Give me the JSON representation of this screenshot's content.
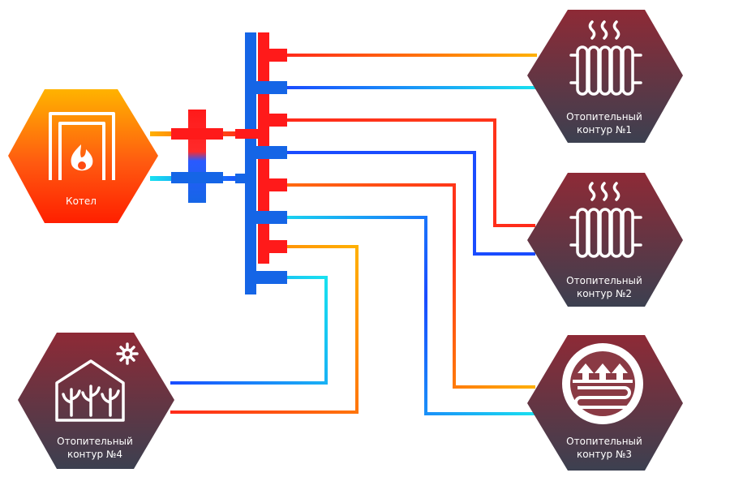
{
  "nodes": {
    "boiler": {
      "label": "Котел",
      "icon": "furnace-flame-icon"
    },
    "circuit1": {
      "line1": "Отопительный",
      "line2": "контур №1",
      "icon": "radiator-icon"
    },
    "circuit2": {
      "line1": "Отопительный",
      "line2": "контур №2",
      "icon": "radiator-icon"
    },
    "circuit3": {
      "line1": "Отопительный",
      "line2": "контур №3",
      "icon": "underfloor-heating-icon"
    },
    "circuit4": {
      "line1": "Отопительный",
      "line2": "контур №4",
      "icon": "greenhouse-icon"
    }
  },
  "colors": {
    "hot": "#ff2a1a",
    "warm": "#ffb000",
    "cold": "#1a5cff",
    "cool": "#19e0f0",
    "manifold_hot": "#ff1a1a",
    "manifold_cold": "#1565e6",
    "hex_top": "#8b2f3a",
    "hex_bottom": "#3f4152",
    "boiler_top": "#ffb000",
    "boiler_bottom": "#ff2a00"
  }
}
